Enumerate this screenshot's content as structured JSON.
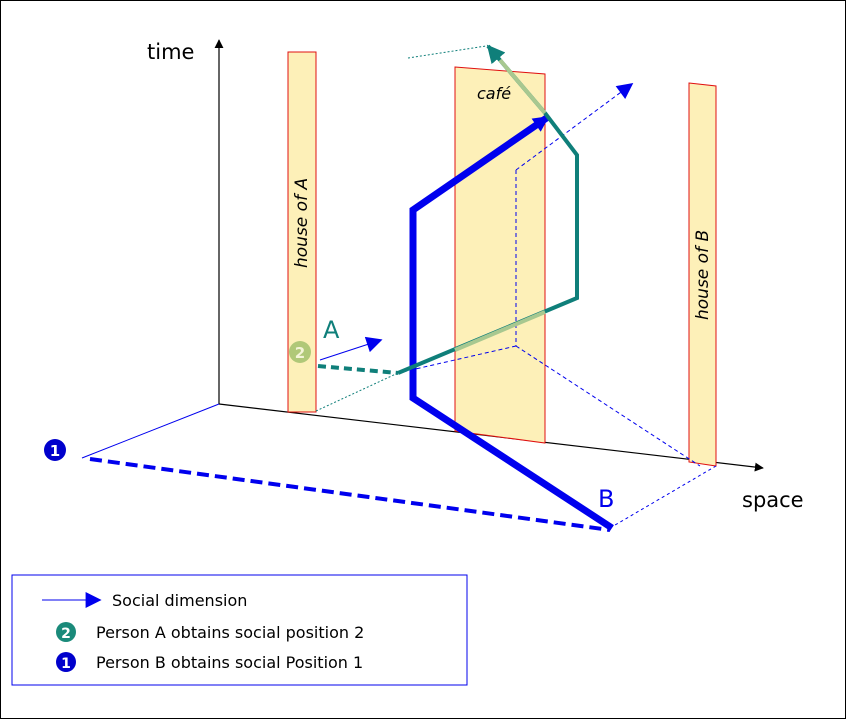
{
  "axes": {
    "time_label": "time",
    "space_label": "space"
  },
  "buildings": {
    "house_a": "house of A",
    "cafe": "café",
    "house_b": "house of B"
  },
  "persons": {
    "a_label": "A",
    "b_label": "B"
  },
  "markers": {
    "position_1": "1",
    "position_2": "2"
  },
  "legend": {
    "social_dimension": "Social dimension",
    "item_2": "Person A obtains social position 2",
    "item_1": "Person B obtains social Position 1"
  },
  "colors": {
    "person_a": "#0f7f7a",
    "person_b": "#0000ee",
    "building_fill": "#fdf0b8",
    "building_stroke": "#e01010",
    "marker_2": "#1a8a7a",
    "marker_1": "#0000cc"
  }
}
